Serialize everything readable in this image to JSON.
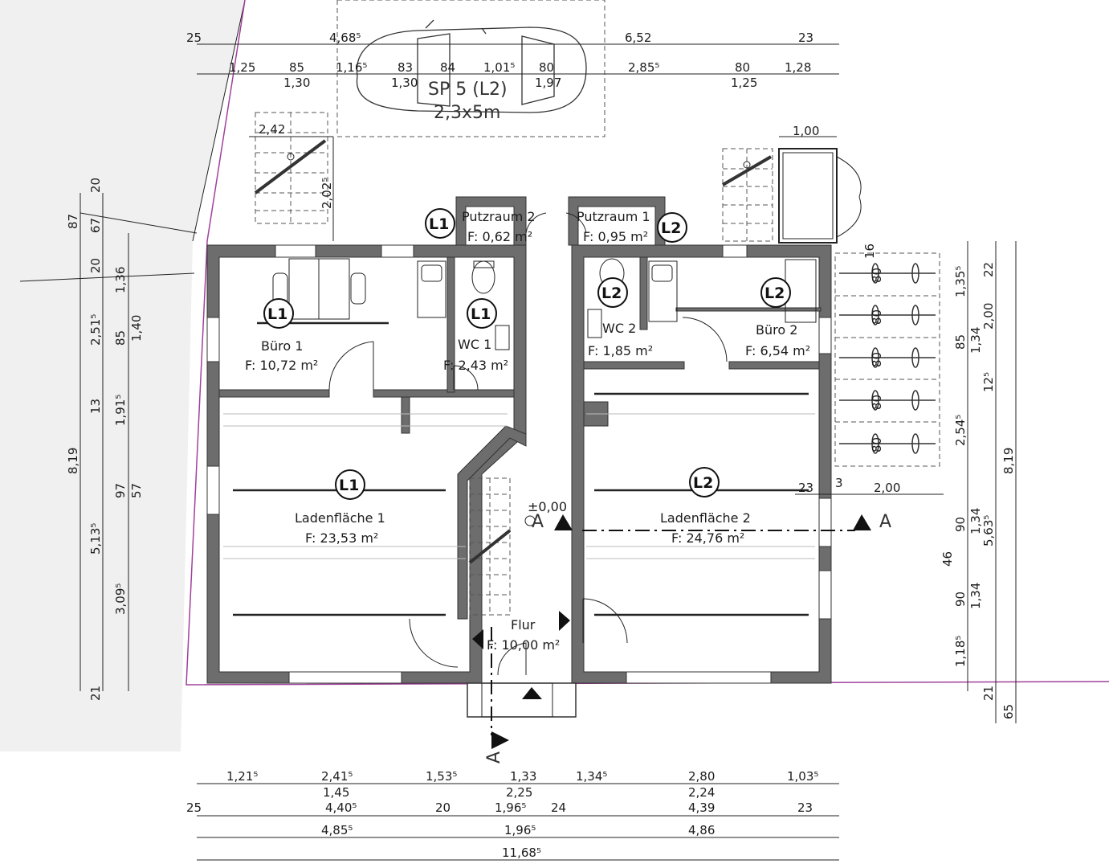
{
  "parking": {
    "title": "SP 5 (L2)",
    "size": "2,3x5m"
  },
  "rooms": {
    "buero1": {
      "name": "Büro 1",
      "area": "F: 10,72 m²",
      "tag": "L1"
    },
    "wc1": {
      "name": "WC 1",
      "area": "F: 2,43 m²",
      "tag": "L1"
    },
    "laden1": {
      "name": "Ladenfläche 1",
      "area": "F: 23,53 m²",
      "tag": "L1"
    },
    "putz2": {
      "name": "Putzraum 2",
      "area": "F: 0,62 m²",
      "tag": "L1"
    },
    "putz1": {
      "name": "Putzraum 1",
      "area": "F: 0,95 m²",
      "tag": "L2"
    },
    "wc2": {
      "name": "WC 2",
      "area": "F: 1,85 m²",
      "tag": "L2"
    },
    "buero2": {
      "name": "Büro 2",
      "area": "F: 6,54 m²",
      "tag": "L2"
    },
    "laden2": {
      "name": "Ladenfläche 2",
      "area": "F: 24,76 m²",
      "tag": "L2"
    },
    "flur": {
      "name": "Flur",
      "area": "F: 10,00 m²"
    }
  },
  "level": "±0,00",
  "section": "A",
  "dims_top1": [
    "25",
    "4,68⁵",
    "6,52",
    "23"
  ],
  "dims_top2": [
    "1,25",
    "85",
    "1,16⁵",
    "83",
    "84",
    "1,01⁵",
    "80",
    "2,85⁵",
    "80",
    "1,28"
  ],
  "dims_top2b": [
    "1,30",
    "1,30",
    "1,97",
    "1,25"
  ],
  "dims_bottom1": [
    "1,21⁵",
    "2,41⁵",
    "1,53⁵",
    "1,33",
    "1,34⁵",
    "2,80",
    "1,03⁵"
  ],
  "dims_bottom1b": [
    "1,45",
    "2,25",
    "2,24"
  ],
  "dims_bottom2": [
    "25",
    "4,40⁵",
    "20",
    "1,96⁵",
    "24",
    "4,39",
    "23"
  ],
  "dims_bottom3": [
    "4,85⁵",
    "1,96⁵",
    "4,86"
  ],
  "dims_bottom4": "11,68⁵",
  "dims_left_outer": "8,19",
  "dims_left_mid": [
    "87",
    "2,51⁵",
    "13",
    "5,13⁵",
    "21"
  ],
  "dims_left_inner": [
    "20",
    "67",
    "20",
    "85",
    "1,91⁵",
    "97",
    "3,09⁵"
  ],
  "dims_left_inner2": [
    "1,36",
    "1,40",
    "57"
  ],
  "dims_right_outer": "8,19",
  "dims_right_mid": [
    "22",
    "2,00",
    "12⁵",
    "2,54⁵",
    "5,63⁵",
    "21",
    "65"
  ],
  "dims_right_inner": [
    "1,35⁵",
    "85",
    "1,34",
    "90",
    "1,34",
    "46",
    "90",
    "1,34",
    "1,18⁵"
  ],
  "dims_misc": {
    "stair_left": "2,42",
    "stair_left_h": "2,02⁵",
    "bin_w": "1,00",
    "bike_w": "2,00",
    "gap": "23",
    "gap2": "3",
    "bike_spacing": [
      "16",
      "80",
      "80",
      "80",
      "80",
      "80"
    ]
  }
}
